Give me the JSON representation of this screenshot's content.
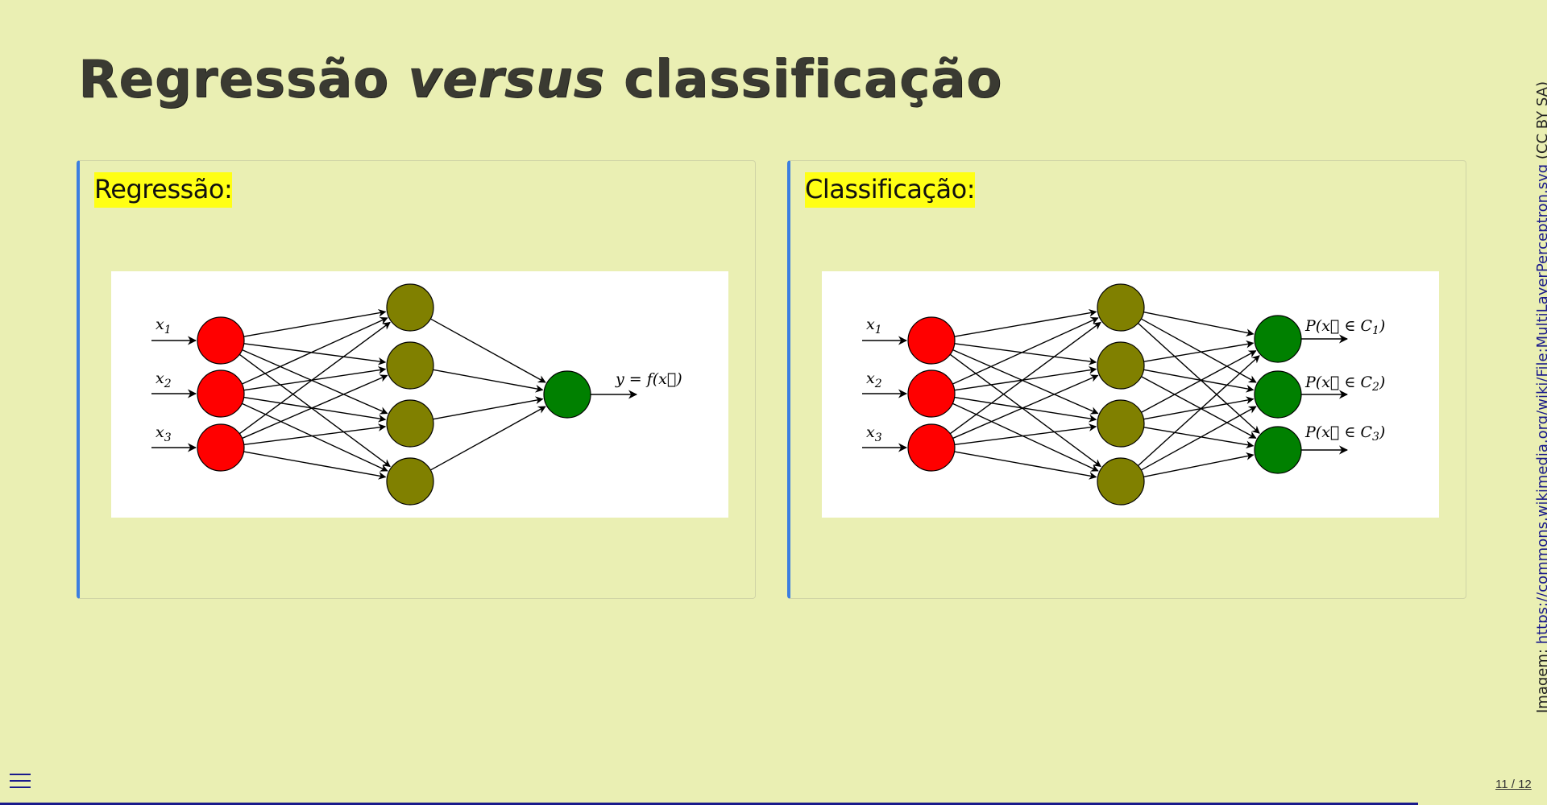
{
  "title": {
    "part1": "Regressão",
    "part2": "versus",
    "part3": "classificação"
  },
  "panels": {
    "left": {
      "label": "Regressão:"
    },
    "right": {
      "label": "Classificação:"
    }
  },
  "diagram": {
    "inputs": [
      {
        "var": "x",
        "sub": "1"
      },
      {
        "var": "x",
        "sub": "2"
      },
      {
        "var": "x",
        "sub": "3"
      }
    ],
    "regression_output": "y = f(x⃗)",
    "classification_outputs": [
      {
        "text": "P(x⃗ ∈ C",
        "sub": "1",
        "close": ")"
      },
      {
        "text": "P(x⃗ ∈ C",
        "sub": "2",
        "close": ")"
      },
      {
        "text": "P(x⃗ ∈ C",
        "sub": "3",
        "close": ")"
      }
    ],
    "colors": {
      "input_node": "#ff0000",
      "hidden_node": "#808000",
      "output_node": "#008000"
    }
  },
  "credit": {
    "prefix": "Imagem: ",
    "link_text": "https://commons.wikimedia.org/wiki/File:MultiLayerPerceptron.svg",
    "suffix": " (CC BY SA)"
  },
  "nav": {
    "page": "11 / 12",
    "progress": 0.9167
  }
}
